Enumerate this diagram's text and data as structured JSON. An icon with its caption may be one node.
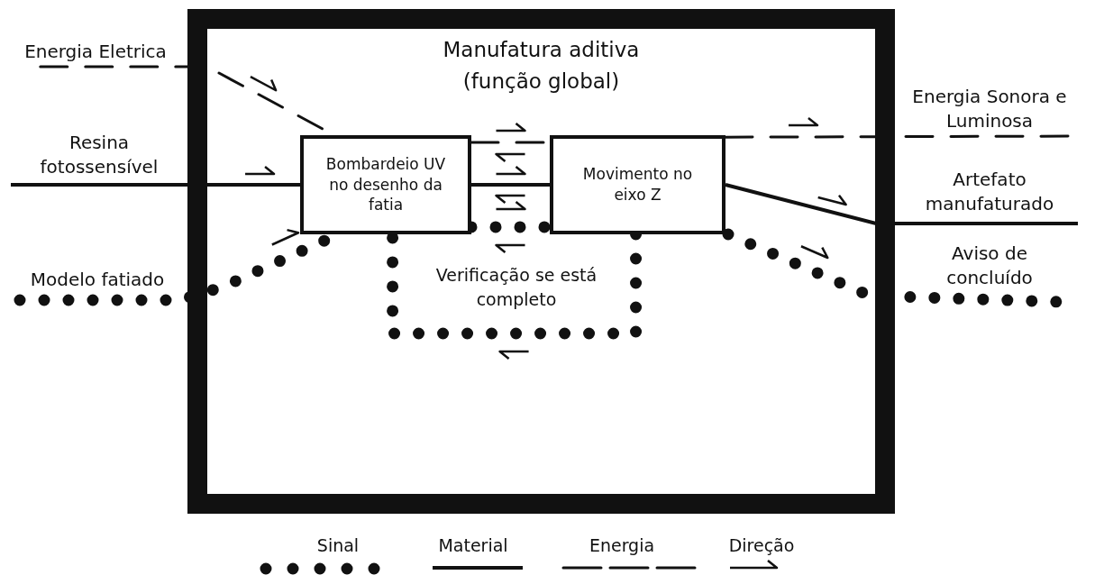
{
  "diagram": {
    "nodes": [
      {
        "text": [
          "Manufatura aditiva (função global)"
        ]
      },
      {
        "text": [
          "Bombardeio UV no desenho da fatia"
        ],
        "in": 0
      },
      {
        "text": [
          "Movimento no eixo Z"
        ],
        "in": 0
      },
      {
        "text": [
          "Energia Eletrica"
        ]
      },
      {
        "text": [
          "Resina fotossensível"
        ]
      },
      {
        "text": [
          "Modelo fatiado"
        ]
      },
      {
        "text": [
          "Energia Sonora e Luminosa"
        ]
      },
      {
        "text": [
          "Artefato manufaturado"
        ]
      },
      {
        "text": [
          "Aviso de concluído"
        ]
      }
    ],
    "edges": [
      {
        "from": 3,
        "to": 1,
        "arrow": "none",
        "style": "dashed"
      },
      {
        "from": 4,
        "to": 1,
        "arrow": "none"
      },
      {
        "from": 5,
        "to": 1,
        "arrow": "none",
        "style": "dashed"
      },
      {
        "from": 1,
        "to": 2,
        "arrow": "none",
        "style": "dashed"
      },
      {
        "from": 1,
        "to": 2,
        "arrow": "none"
      },
      {
        "from": 1,
        "to": 2,
        "arrow": "none",
        "style": "dashed"
      },
      {
        "from": 2,
        "to": 6,
        "arrow": "none",
        "style": "dashed"
      },
      {
        "from": 2,
        "to": 7,
        "arrow": "none"
      },
      {
        "from": 2,
        "to": 8,
        "arrow": "none",
        "style": "dashed"
      },
      {
        "from": 2,
        "to": 1,
        "arrow": "none",
        "style": "dashed"
      }
    ],
    "labels": [
      "Verificação se está completo"
    ],
    "legend": [
      {
        "text": "Sinal"
      },
      {
        "text": "Material"
      },
      {
        "text": "Energia"
      },
      {
        "text": "Direção"
      }
    ]
  }
}
